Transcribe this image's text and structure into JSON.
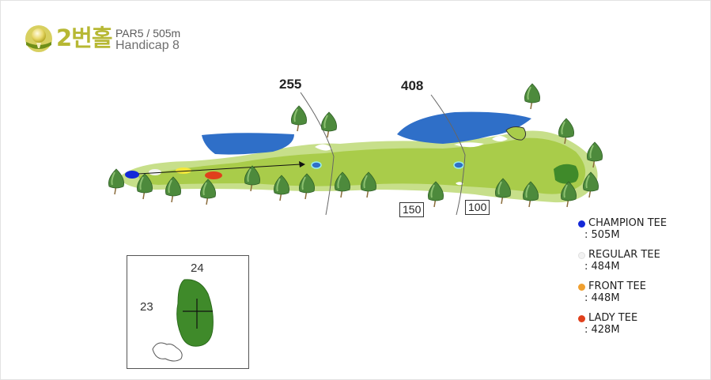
{
  "header": {
    "hole_title": "2번홀",
    "par": "PAR5 / 505m",
    "handicap": "Handicap 8"
  },
  "map": {
    "distance_markers": [
      "255",
      "408"
    ],
    "yardage_boxes": [
      "150",
      "100"
    ]
  },
  "green_inset": {
    "top_number": "24",
    "left_number": "23"
  },
  "legend": [
    {
      "name": "CHAMPION TEE",
      "distance": ": 505M",
      "color": "#1428d8"
    },
    {
      "name": "REGULAR TEE",
      "distance": ": 484M",
      "color": "#f2f2f2"
    },
    {
      "name": "FRONT TEE",
      "distance": ": 448M",
      "color": "#f0a030"
    },
    {
      "name": "LADY TEE",
      "distance": ": 428M",
      "color": "#e0401c"
    }
  ],
  "colors": {
    "fairway": "#a9cc4a",
    "rough": "#c7df8a",
    "water": "#2f6fc8",
    "green": "#3f8a2a",
    "tree": "#4d8a3c"
  }
}
